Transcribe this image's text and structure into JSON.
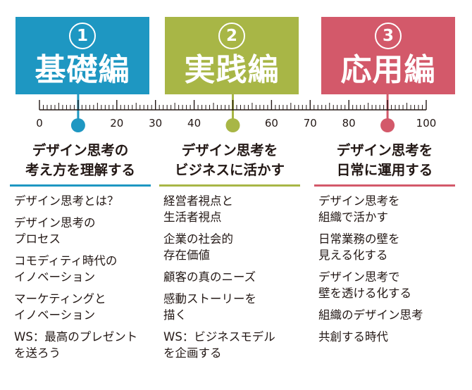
{
  "phases": [
    {
      "number": "1",
      "title": "基礎編",
      "color": "#1e97c2"
    },
    {
      "number": "2",
      "title": "実践編",
      "color": "#a8b646"
    },
    {
      "number": "3",
      "title": "応用編",
      "color": "#d3596a"
    }
  ],
  "scale": {
    "min": 0,
    "max": 100,
    "tick_labels": [
      "0",
      "20",
      "30",
      "40",
      "60",
      "70",
      "80",
      "100"
    ],
    "tick_values": [
      0,
      20,
      30,
      40,
      60,
      70,
      80,
      100
    ],
    "markers": [
      {
        "value": 10,
        "color": "#1e97c2"
      },
      {
        "value": 50,
        "color": "#a8b646"
      },
      {
        "value": 90,
        "color": "#d3596a"
      }
    ]
  },
  "sections": [
    {
      "heading": "デザイン思考の\n考え方を理解する",
      "items": [
        "デザイン思考とは？",
        "デザイン思考の\nプロセス",
        "コモディティ時代の\nイノベーション",
        "マーケティングと\nイノベーション",
        "WS：最高のプレゼント\nを送ろう"
      ]
    },
    {
      "heading": "デザイン思考を\nビジネスに活かす",
      "items": [
        "経営者視点と\n生活者視点",
        "企業の社会的\n存在価値",
        "顧客の真のニーズ",
        "感動ストーリーを\n描く",
        "WS：ビジネスモデル\nを企画する"
      ]
    },
    {
      "heading": "デザイン思考を\n日常に運用する",
      "items": [
        "デザイン思考を\n組織で活かす",
        "日常業務の壁を\n見える化する",
        "デザイン思考で\n壁を透ける化する",
        "組織のデザイン思考",
        "共創する時代"
      ]
    }
  ]
}
